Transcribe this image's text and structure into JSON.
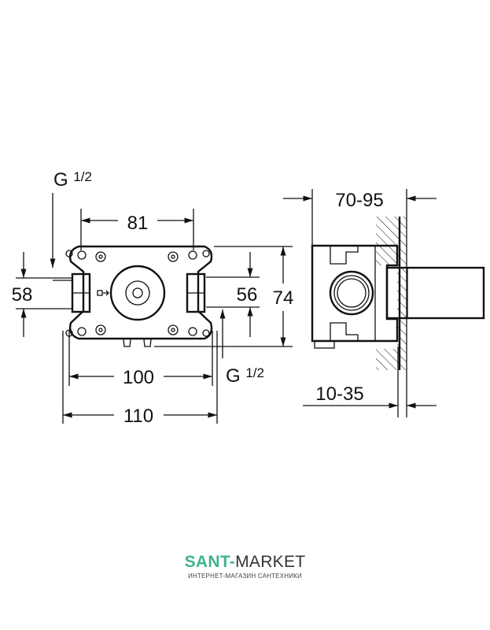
{
  "dimensions": {
    "width_81": "81",
    "height_58": "58",
    "height_56": "56",
    "height_74": "74",
    "width_100": "100",
    "width_110": "110",
    "depth_range": "70-95",
    "wall_range": "10-35",
    "thread_top": {
      "main": "G",
      "frac": "1/2"
    },
    "thread_bottom": {
      "main": "G",
      "frac": "1/2"
    }
  },
  "logo": {
    "part1": "SANT-",
    "part2": "MARKET",
    "tagline": "ИНТЕРНЕТ-МАГАЗИН САНТЕХНИКИ",
    "accent": "#3fb489"
  }
}
